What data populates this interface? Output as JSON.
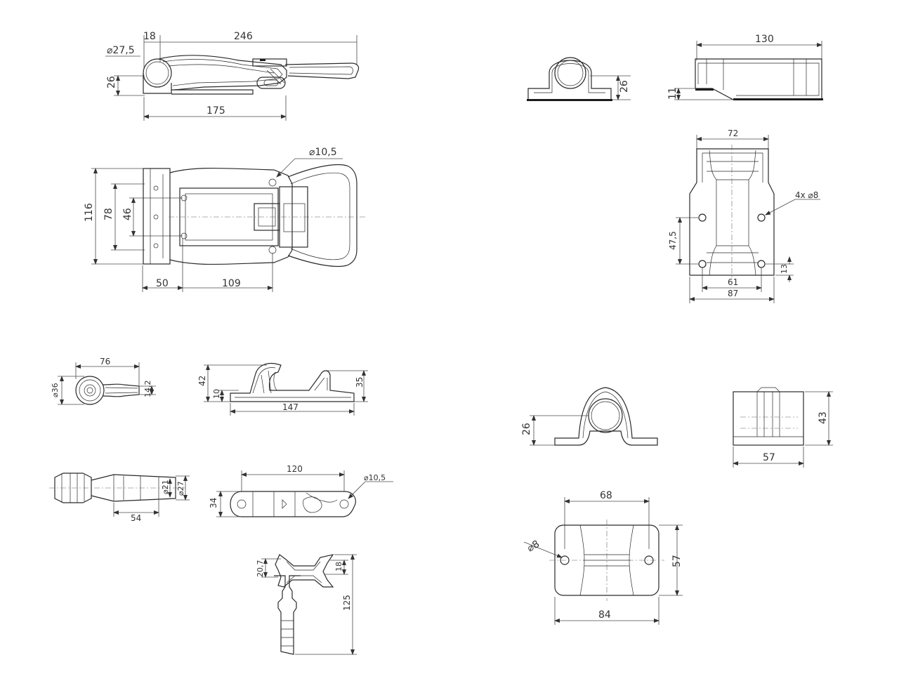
{
  "latch": {
    "side_view": {
      "dim_pin_dia": "⌀27,5",
      "dim_offset": "18",
      "dim_length": "246",
      "dim_height": "26",
      "dim_base": "175"
    },
    "top_view": {
      "dim_hole_dia": "⌀10,5",
      "dim_width": "116",
      "dim_mid": "78",
      "dim_inner": "46",
      "dim_left": "50",
      "dim_right": "109"
    }
  },
  "bracket_a": {
    "front_view": {
      "dim_height": "26"
    },
    "side_view": {
      "dim_length": "130",
      "dim_base": "11"
    },
    "top_view": {
      "dim_width": "72",
      "dim_holes": "4x ⌀8",
      "dim_hole_pitch_v": "47,5",
      "dim_edge": "13",
      "dim_hole_pitch_h": "61",
      "dim_overall": "87"
    }
  },
  "keeper": {
    "end_view": {
      "dim_dia": "⌀36",
      "dim_len": "76",
      "dim_small": "14,2"
    },
    "side_view": {
      "dim_height": "42",
      "dim_base": "10",
      "dim_rise": "35",
      "dim_length": "147"
    },
    "shaft_view": {
      "dim_d1": "⌀21",
      "dim_d2": "⌀27",
      "dim_len": "54"
    },
    "plan_view": {
      "dim_length": "120",
      "dim_hole": "⌀10,5",
      "dim_width": "34"
    },
    "vertical_view": {
      "dim_head": "20,7",
      "dim_gap": "18",
      "dim_total": "125"
    }
  },
  "bracket_b": {
    "front_view": {
      "dim_height": "26"
    },
    "side_view": {
      "dim_height": "43",
      "dim_width": "57"
    },
    "top_view": {
      "dim_holes_pitch": "68",
      "dim_hole": "⌀8",
      "dim_depth": "57",
      "dim_length": "84"
    }
  }
}
